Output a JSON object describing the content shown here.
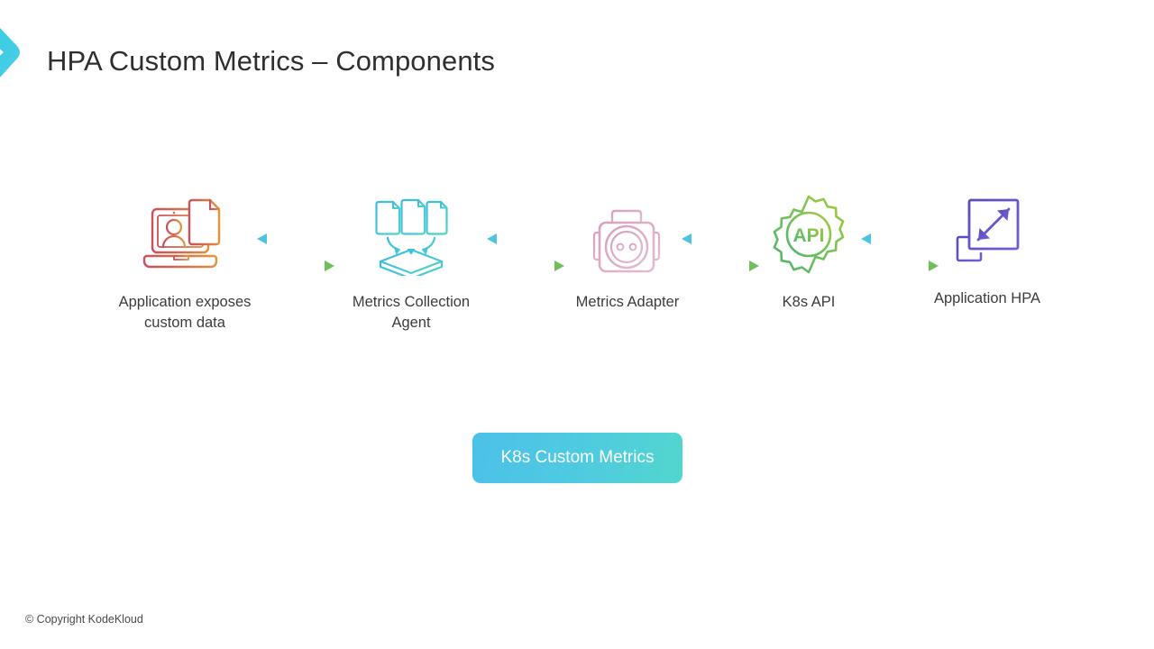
{
  "slide": {
    "title": "HPA Custom Metrics – Components",
    "accent_color": "#3fcfe0",
    "background": "#ffffff"
  },
  "decor": {
    "chevron_icon": "chevron-right-mark",
    "gradient_from": "#33d6e2",
    "gradient_to": "#4cc3e8"
  },
  "flow": {
    "nodes": [
      {
        "id": "application",
        "icon": "laptop-user-document-icon",
        "label": "Application exposes\ncustom data",
        "color_from": "#cc5259",
        "color_to": "#e2923c"
      },
      {
        "id": "metrics-collection-agent",
        "icon": "documents-into-layer-icon",
        "label": "Metrics Collection\nAgent",
        "color_from": "#3fc0e0",
        "color_to": "#4dd0c6"
      },
      {
        "id": "metrics-adapter",
        "icon": "power-adapter-icon",
        "label": "Metrics Adapter",
        "color_from": "#d9a8c4",
        "color_to": "#e0b7cd"
      },
      {
        "id": "k8s-api",
        "icon": "gear-api-icon",
        "label": "K8s API",
        "color_from": "#62bb6a",
        "color_to": "#9fc93f"
      },
      {
        "id": "application-hpa",
        "icon": "scale-resize-icon",
        "label": "Application HPA",
        "color_from": "#5b4fc0",
        "color_to": "#6a5ad4"
      }
    ],
    "connectors": [
      {
        "id": "connector-1",
        "backward_icon": "arrow-left-icon",
        "forward_icon": "arrow-right-icon"
      },
      {
        "id": "connector-2",
        "backward_icon": "arrow-left-icon",
        "forward_icon": "arrow-right-icon"
      },
      {
        "id": "connector-3",
        "backward_icon": "arrow-left-icon",
        "forward_icon": "arrow-right-icon"
      },
      {
        "id": "connector-4",
        "backward_icon": "arrow-left-icon",
        "forward_icon": "arrow-right-icon"
      }
    ],
    "arrow_backward_color": "#4fc4e2",
    "arrow_forward_color": "#6fbf5c"
  },
  "callout": {
    "label": "K8s Custom Metrics",
    "gradient_from": "#4cc1e9",
    "gradient_to": "#52d6cf",
    "text_color": "#ffffff"
  },
  "footer": {
    "copyright": "© Copyright KodeKloud"
  }
}
